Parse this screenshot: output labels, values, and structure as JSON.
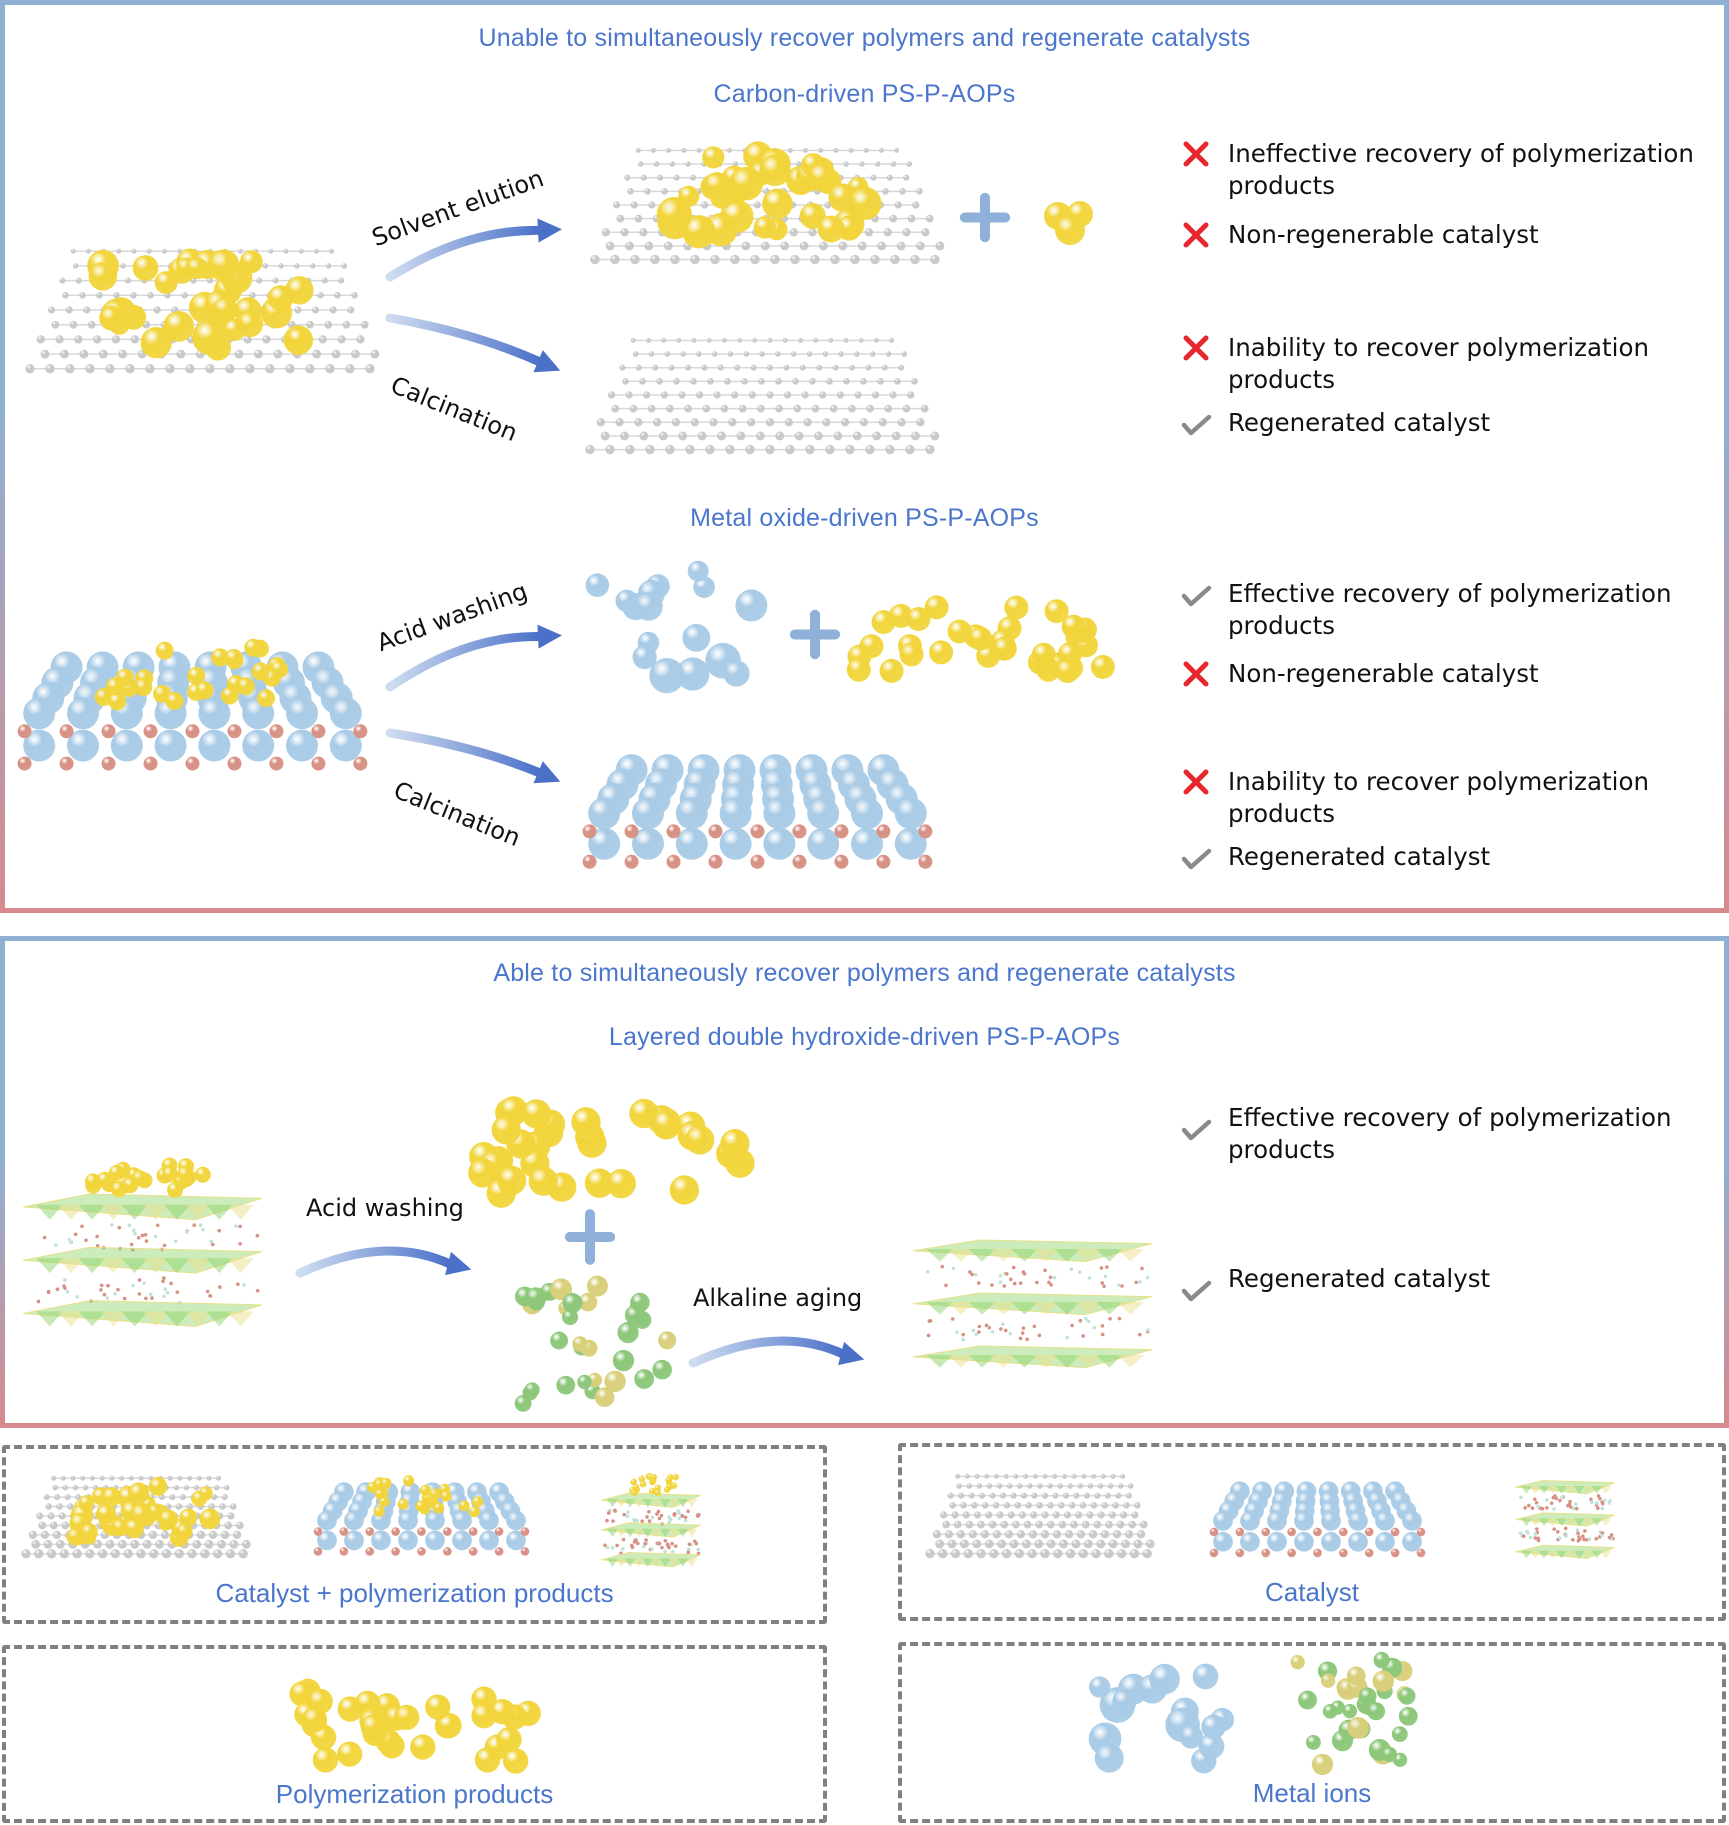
{
  "colors": {
    "heading": "#4a76cc",
    "frame_top": "#8fb0d3",
    "frame_bottom": "#d68a8e",
    "cross": "#e8262e",
    "check": "#8a8a8a",
    "polymer": "#f2d53c",
    "metal_oxide": "#a9cbe6",
    "oxygen": "#d79083",
    "carbon": "#c8c8c8",
    "ldh_green": "#8fd46b",
    "ldh_yellow": "#e9e08a",
    "arrow_start": "#cfdcf0",
    "arrow_end": "#4a70c8",
    "legend_dash": "#808080"
  },
  "panel_unable": {
    "title": "Unable to simultaneously recover polymers and regenerate catalysts",
    "carbon": {
      "subtitle": "Carbon-driven PS-P-AOPs",
      "route_top_label": "Solvent elution",
      "route_bottom_label": "Calcination",
      "outcomes_top": [
        {
          "icon": "cross",
          "text": "Ineffective recovery of polymerization products"
        },
        {
          "icon": "cross",
          "text": "Non-regenerable catalyst"
        }
      ],
      "outcomes_bottom": [
        {
          "icon": "cross",
          "text": "Inability to recover polymerization products"
        },
        {
          "icon": "check",
          "text": "Regenerated catalyst"
        }
      ]
    },
    "metal_oxide": {
      "subtitle": "Metal oxide-driven PS-P-AOPs",
      "route_top_label": "Acid washing",
      "route_bottom_label": "Calcination",
      "outcomes_top": [
        {
          "icon": "check",
          "text": "Effective recovery of polymerization products"
        },
        {
          "icon": "cross",
          "text": "Non-regenerable catalyst"
        }
      ],
      "outcomes_bottom": [
        {
          "icon": "cross",
          "text": "Inability to recover polymerization products"
        },
        {
          "icon": "check",
          "text": "Regenerated catalyst"
        }
      ]
    }
  },
  "panel_able": {
    "title": "Able to simultaneously recover polymers and regenerate catalysts",
    "subtitle": "Layered double hydroxide-driven PS-P-AOPs",
    "step1_label": "Acid washing",
    "step2_label": "Alkaline aging",
    "outcomes": [
      {
        "icon": "check",
        "text": "Effective recovery of polymerization products"
      },
      {
        "icon": "check",
        "text": "Regenerated catalyst"
      }
    ]
  },
  "legend": {
    "catalyst_plus_products": "Catalyst + polymerization products",
    "catalyst": "Catalyst",
    "polymerization_products": "Polymerization products",
    "metal_ions": "Metal ions"
  }
}
